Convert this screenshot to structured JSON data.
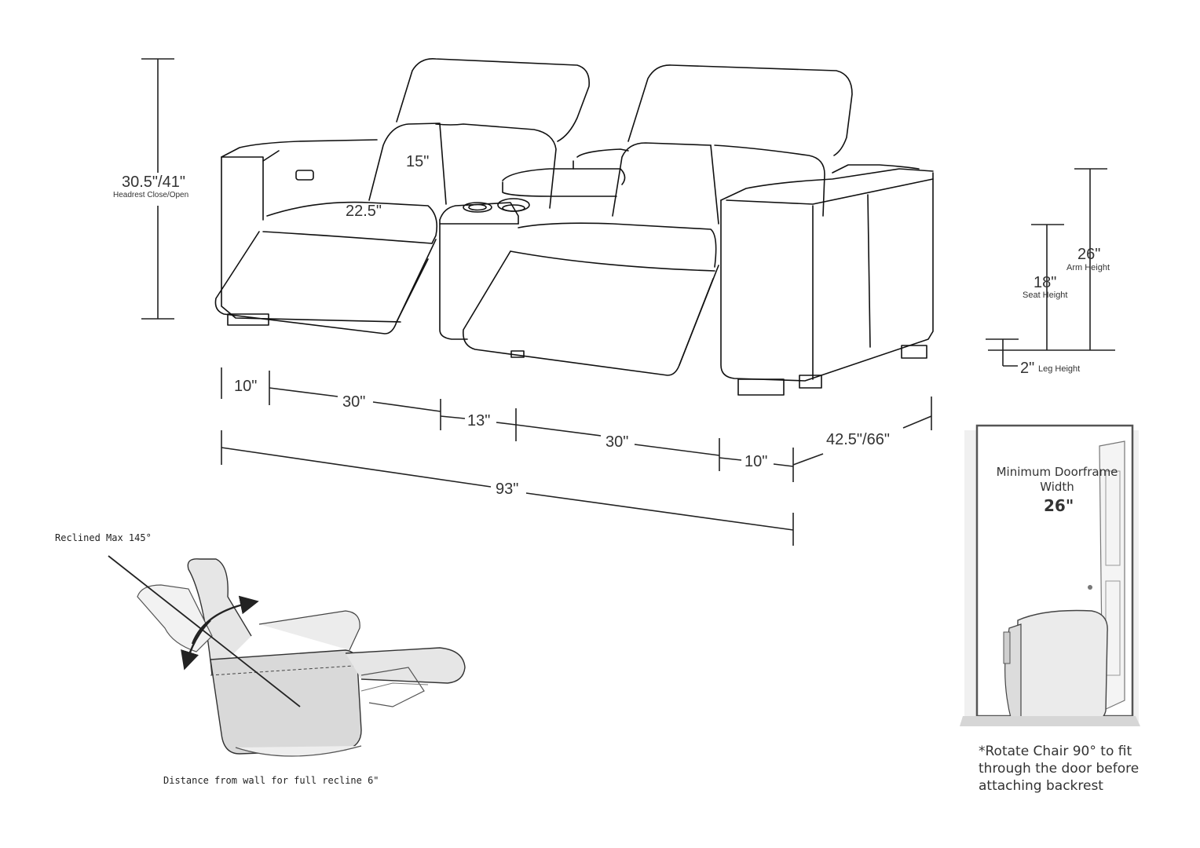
{
  "dimensions": {
    "overall_height": "30.5\"/41\"",
    "overall_height_caption": "Headrest Close/Open",
    "seat_back_height": "15\"",
    "seat_depth": "22.5\"",
    "arm_left": "10\"",
    "seat_left": "30\"",
    "console": "13\"",
    "seat_right": "30\"",
    "arm_right": "10\"",
    "depth": "42.5\"/66\"",
    "total_width": "93\""
  },
  "side_profile": {
    "arm_height": "26\"",
    "arm_height_caption": "Arm Height",
    "seat_height": "18\"",
    "seat_height_caption": "Seat Height",
    "leg_height": "2\"",
    "leg_height_caption": "Leg Height"
  },
  "recline": {
    "max_label": "Reclined Max 145°",
    "wall_distance_label": "Distance from wall for full recline 6\""
  },
  "doorframe": {
    "title": "Minimum Doorframe Width",
    "width": "26\"",
    "note": "*Rotate Chair 90° to fit through the door before attaching backrest"
  }
}
